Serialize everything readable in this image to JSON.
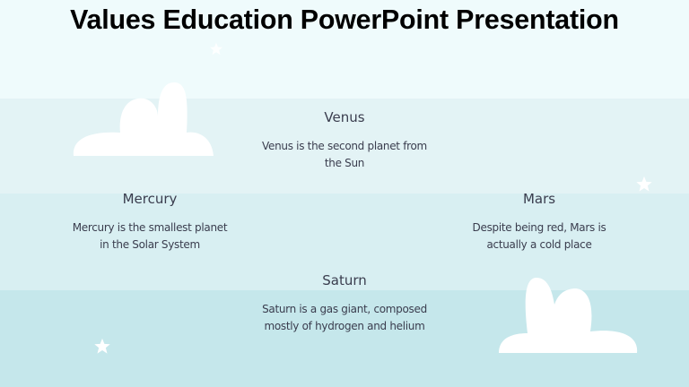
{
  "slide": {
    "title": "Values Education PowerPoint Presentation",
    "colors": {
      "band_1": "#effbfc",
      "band_2": "#e3f3f5",
      "band_3": "#d8eff2",
      "band_4": "#c5e7eb",
      "text": "#3a3d4e",
      "cloud": "#ffffff"
    },
    "items": [
      {
        "heading": "Venus",
        "description_line1": "Venus is the second planet from",
        "description_line2": "the Sun"
      },
      {
        "heading": "Mercury",
        "description_line1": "Mercury is the smallest planet",
        "description_line2": "in the Solar System"
      },
      {
        "heading": "Mars",
        "description_line1": "Despite being red, Mars is",
        "description_line2": "actually a cold place"
      },
      {
        "heading": "Saturn",
        "description_line1": "Saturn is a gas giant, composed",
        "description_line2": "mostly of hydrogen and helium"
      }
    ],
    "decorations": [
      "cloud-icon",
      "cloud-icon",
      "star-icon",
      "star-icon",
      "star-icon"
    ]
  }
}
